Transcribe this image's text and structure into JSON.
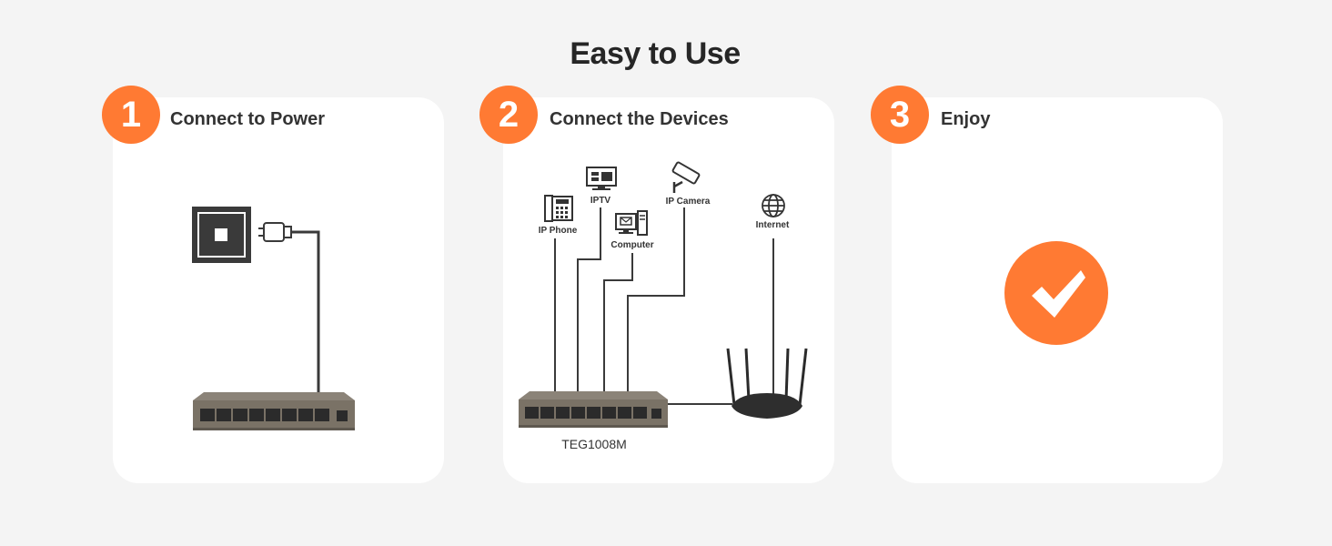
{
  "page_title": "Easy to Use",
  "steps": [
    {
      "number": "1",
      "label": "Connect to Power"
    },
    {
      "number": "2",
      "label": "Connect the Devices"
    },
    {
      "number": "3",
      "label": "Enjoy"
    }
  ],
  "devices": {
    "ip_phone": "IP Phone",
    "iptv": "IPTV",
    "computer": "Computer",
    "ip_camera": "IP Camera",
    "internet": "Internet"
  },
  "switch_model": "TEG1008M",
  "colors": {
    "accent": "#ff7a33",
    "card": "#ffffff",
    "background": "#f4f4f4",
    "cable": "#3a3a3a",
    "switch": "#7a7266"
  }
}
